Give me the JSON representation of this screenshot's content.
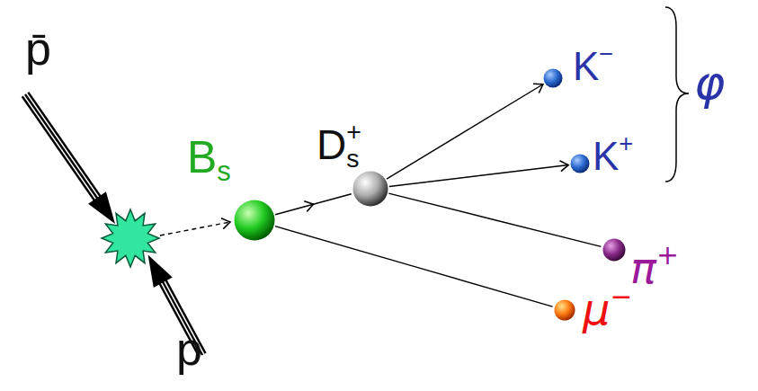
{
  "diagram": {
    "nodes": [
      {
        "text": [
          "Bs"
        ]
      },
      {
        "text": [
          "Ds+"
        ]
      },
      {
        "text": [
          "K−"
        ]
      },
      {
        "text": [
          "K+"
        ]
      },
      {
        "text": [
          "π+"
        ]
      },
      {
        "text": [
          "μ−"
        ]
      }
    ],
    "edges": [
      {
        "from": 0,
        "to": 1,
        "arrow": "to"
      },
      {
        "from": 1,
        "to": 2,
        "arrow": "to"
      },
      {
        "from": 1,
        "to": 3,
        "arrow": "to"
      },
      {
        "from": 1,
        "to": 4,
        "arrow": "none"
      },
      {
        "from": 0,
        "to": 5,
        "arrow": "none"
      }
    ],
    "labels": [
      "p̄",
      "p",
      "φ"
    ]
  }
}
